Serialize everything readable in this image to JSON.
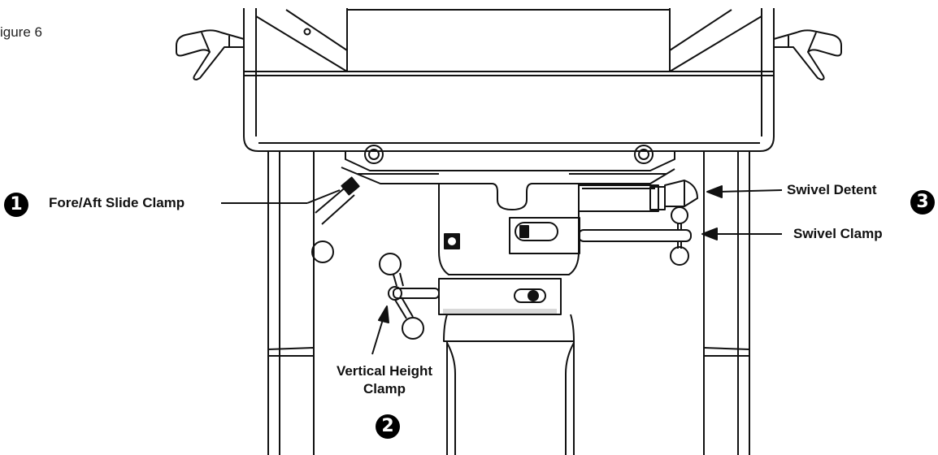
{
  "figure": {
    "label": "igure 6"
  },
  "callouts": {
    "fore_aft": {
      "number": "1",
      "text": "Fore/Aft Slide Clamp"
    },
    "vertical": {
      "number": "2",
      "line1": "Vertical Height",
      "line2": "Clamp"
    },
    "swivel_detent": {
      "number": "3",
      "text": "Swivel Detent"
    },
    "swivel_clamp": {
      "text": "Swivel Clamp"
    }
  },
  "colors": {
    "ink": "#111111",
    "paper": "#ffffff",
    "shade": "#d9d9d9"
  }
}
